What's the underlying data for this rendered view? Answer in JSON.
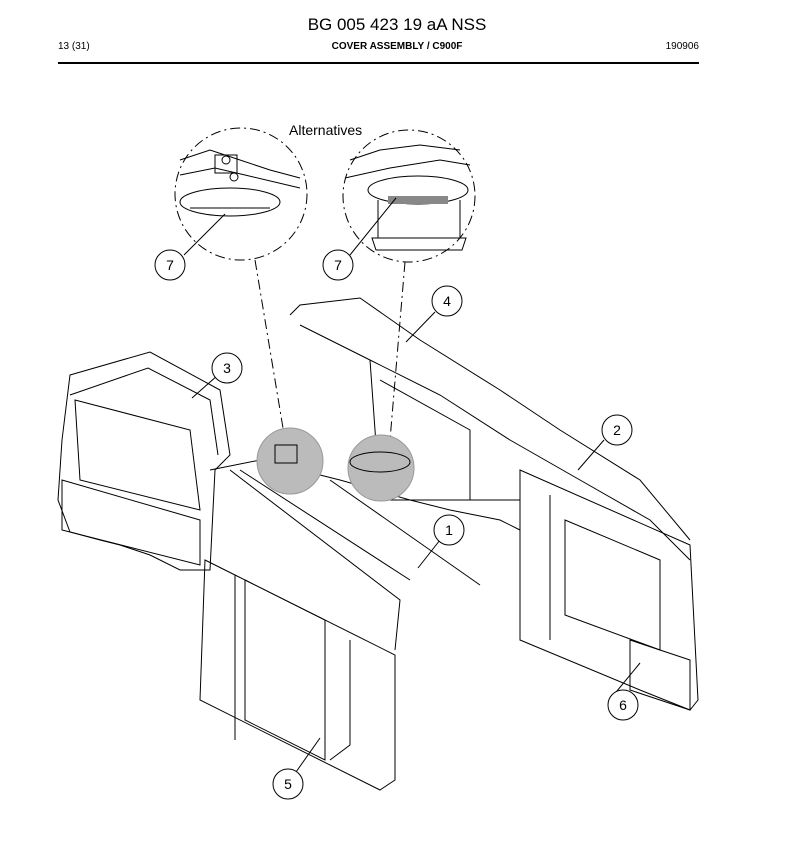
{
  "header": {
    "doc_id": "BG 005 423 19 aA NSS",
    "page": "13 (31)",
    "title": "COVER ASSEMBLY / C900F",
    "date": "190906"
  },
  "figure": {
    "alternatives_label": "Alternatives",
    "callouts": [
      "7",
      "7",
      "4",
      "3",
      "2",
      "1",
      "6",
      "5"
    ]
  }
}
